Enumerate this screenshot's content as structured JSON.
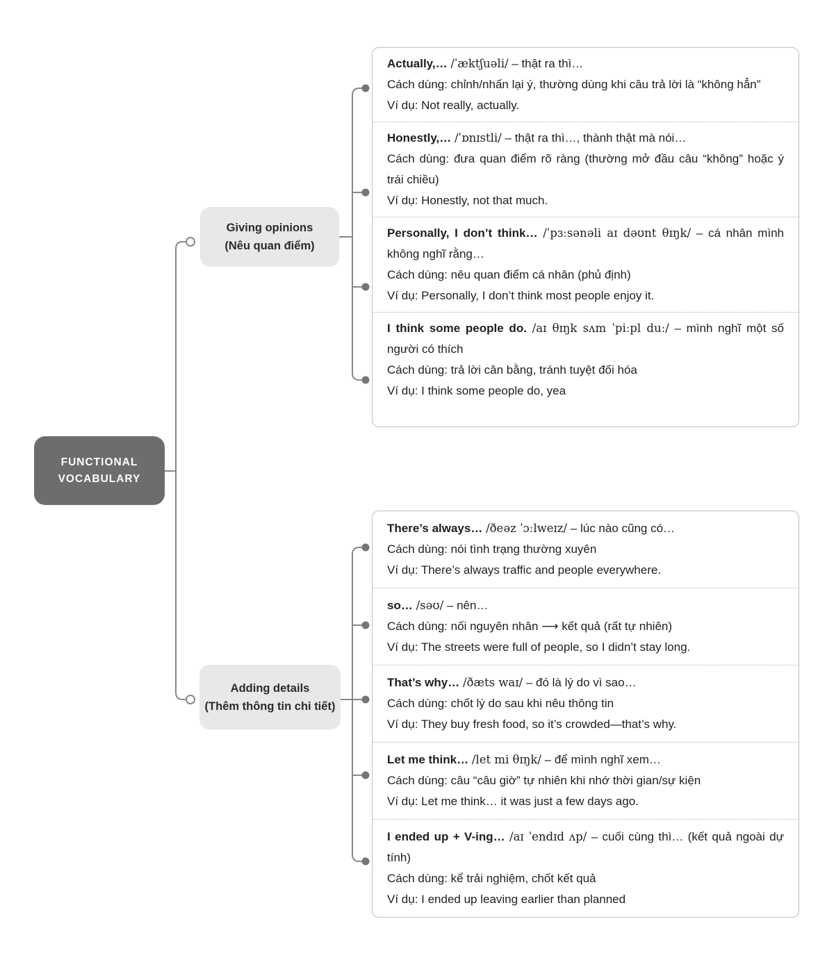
{
  "root": {
    "title": "FUNCTIONAL VOCABULARY"
  },
  "branches": [
    {
      "label": "Giving opinions",
      "sublabel": "(Nêu quan điểm)",
      "entries": [
        {
          "phrase": "Actually,…",
          "phonetic": "/ˈæktʃuəli/",
          "translation": "– thật ra thì…",
          "usage": "Cách dùng: chỉnh/nhấn lại ý, thường dùng khi câu trả lời là “không hẳn”",
          "example": "Ví dụ: Not really, actually."
        },
        {
          "phrase": "Honestly,…",
          "phonetic": "/ˈɒnɪstli/",
          "translation": "– thật ra thì…, thành thật mà nói…",
          "usage": "Cách dùng: đưa quan điểm rõ ràng (thường mở đầu câu “không” hoặc ý trái chiều)",
          "example": "Ví dụ: Honestly, not that much."
        },
        {
          "phrase": "Personally, I don’t think…",
          "phonetic": "/ˈpɜːsənəli aɪ dəʊnt θɪŋk/",
          "translation": "– cá nhân mình không nghĩ rằng…",
          "usage": "Cách dùng: nêu quan điểm cá nhân (phủ định)",
          "example": "Ví dụ: Personally, I don’t think most people enjoy it."
        },
        {
          "phrase": "I think some people do.",
          "phonetic": "/aɪ θɪŋk sʌm ˈpiːpl duː/",
          "translation": "– mình nghĩ một số người có thích",
          "usage": "Cách dùng: trả lời cân bằng, tránh tuyệt đối hóa",
          "example": "Ví dụ: I think some people do, yea"
        }
      ]
    },
    {
      "label": "Adding details",
      "sublabel": "(Thêm thông tin chi tiết)",
      "entries": [
        {
          "phrase": "There’s always…",
          "phonetic": "/ðeəz ˈɔːlweɪz/",
          "translation": "– lúc nào cũng có…",
          "usage": "Cách dùng: nói tình trạng thường xuyên",
          "example": "Ví dụ: There’s always traffic and people everywhere."
        },
        {
          "phrase": "so…",
          "phonetic": "/səʊ/",
          "translation": "– nên…",
          "usage": "Cách dùng: nối nguyên nhân ⟶ kết quả (rất tự nhiên)",
          "example": "Ví dụ: The streets were full of people, so I didn’t stay long."
        },
        {
          "phrase": "That’s why…",
          "phonetic": "/ðæts waɪ/",
          "translation": "– đó là lý do vì sao…",
          "usage": "Cách dùng: chốt lý do sau khi nêu thông tin",
          "example": "Ví dụ: They buy fresh food, so it’s crowded—that’s why."
        },
        {
          "phrase": "Let me think…",
          "phonetic": "/let mi θɪŋk/",
          "translation": "– để mình nghĩ xem…",
          "usage": "Cách dùng: câu “câu giờ” tự nhiên khi nhớ thời gian/sự kiện",
          "example": "Ví dụ: Let me think… it was just a few days ago."
        },
        {
          "phrase": "I ended up + V-ing…",
          "phonetic": "/aɪ ˈendɪd ʌp/",
          "translation": "– cuối cùng thì… (kết quả ngoài dự tính)",
          "usage": "Cách dùng: kể trải nghiệm, chốt kết quả",
          "example": "Ví dụ: I ended up leaving earlier than planned"
        }
      ]
    }
  ],
  "colors": {
    "root_bg": "#6d6d6d",
    "branch_bg": "#e8e8e8",
    "line": "#888888",
    "dot": "#757575",
    "panel_border": "#bfbfbf",
    "text": "#1f1f1f"
  }
}
